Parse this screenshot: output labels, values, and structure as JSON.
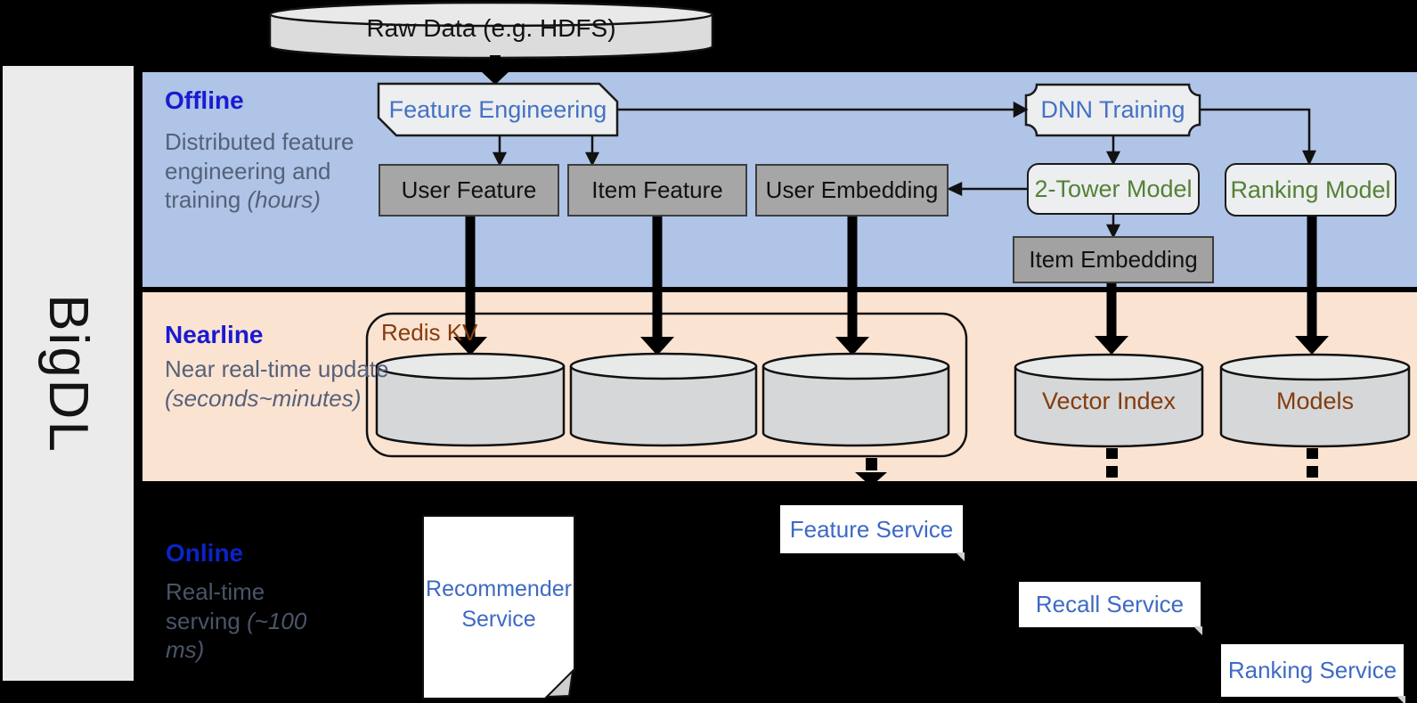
{
  "brand": {
    "title": "BigDL"
  },
  "bands": {
    "offline": {
      "label": "Offline",
      "desc": "Distributed feature engineering and training",
      "desc_em": "(hours)"
    },
    "nearline": {
      "label": "Nearline",
      "desc": "Near real-time update",
      "desc_em": "(seconds~minutes)"
    },
    "online": {
      "label": "Online",
      "desc": "Real-time serving",
      "desc_em": "(~100 ms)"
    }
  },
  "nodes": {
    "raw_data": "Raw Data (e.g. HDFS)",
    "feature_engineering": "Feature Engineering",
    "dnn_training": "DNN Training",
    "user_feature": "User Feature",
    "item_feature": "Item Feature",
    "user_embedding": "User Embedding",
    "two_tower_model": "2-Tower Model",
    "ranking_model": "Ranking Model",
    "item_embedding": "Item Embedding",
    "redis_kv": "Redis KV",
    "vector_index": "Vector Index",
    "models": "Models",
    "recommender_service": "Recommender Service",
    "feature_service": "Feature Service",
    "recall_service": "Recall Service",
    "ranking_service": "Ranking Service"
  },
  "colors": {
    "offline_band": "#afc4e6",
    "nearline_band": "#fbe3d2",
    "online_bg": "#000000",
    "sidebar_bg": "#ebebeb",
    "accent_blue": "#4472c4",
    "section_blue": "#1a1ad1",
    "model_green": "#538135",
    "storage_brown": "#843c0c",
    "muted_text": "#55617a"
  }
}
